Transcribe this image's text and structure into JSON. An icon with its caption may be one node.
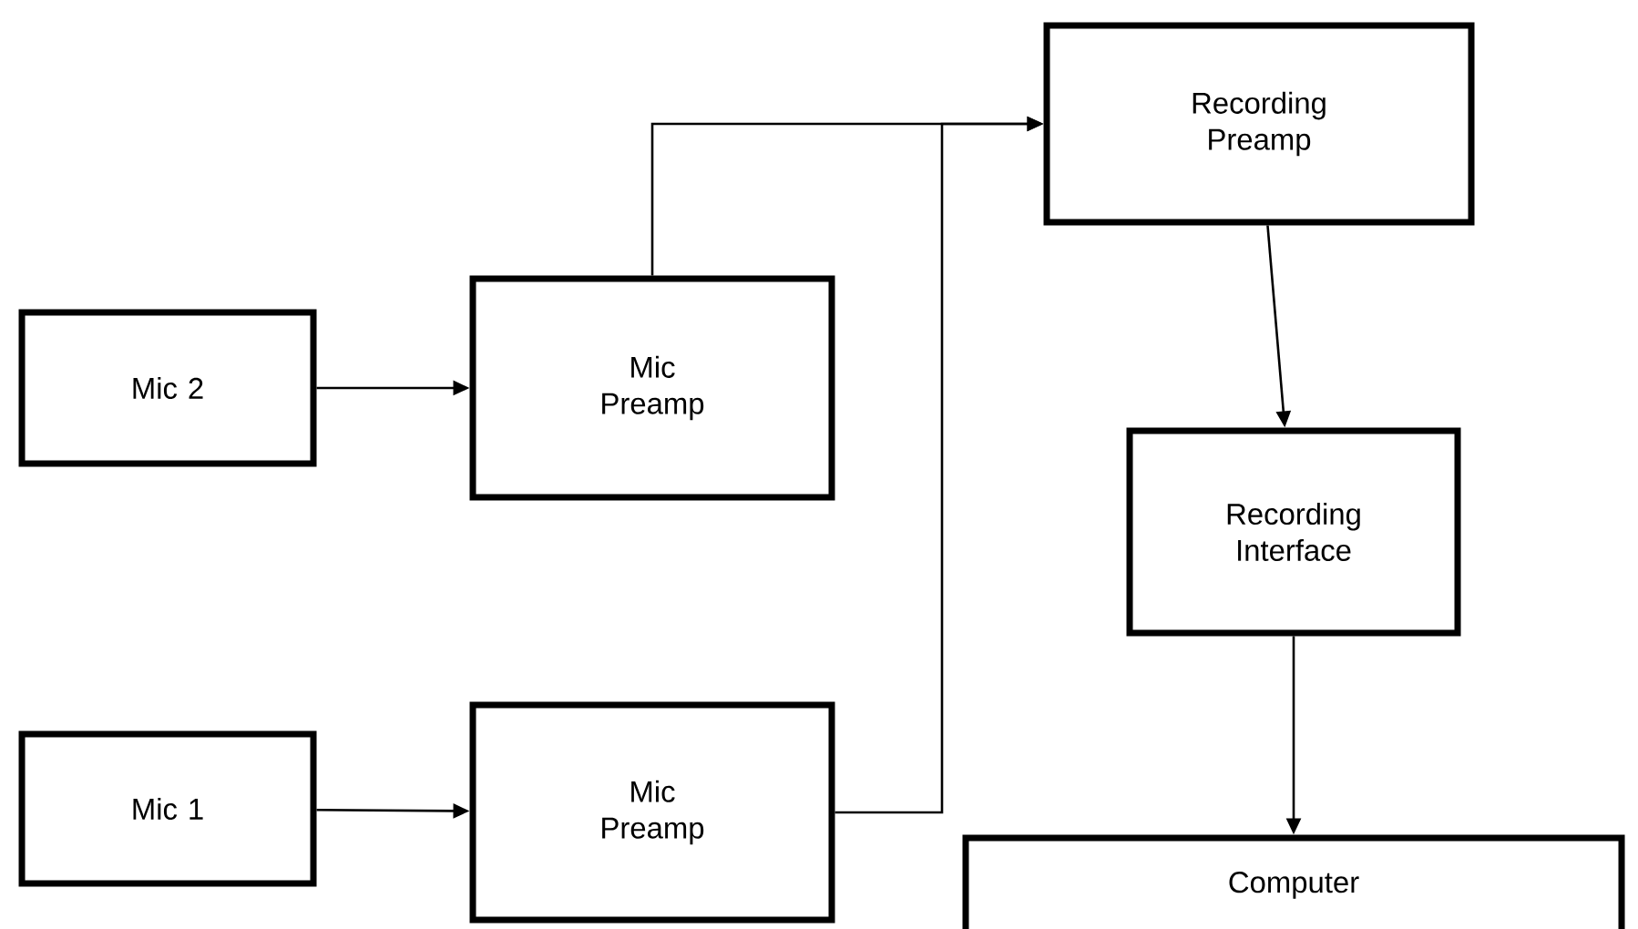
{
  "diagram": {
    "nodes": [
      {
        "text": [
          "Mic 2"
        ]
      },
      {
        "text": [
          "Mic Preamp"
        ]
      },
      {
        "text": [
          "Mic 1"
        ]
      },
      {
        "text": [
          "Mic Preamp"
        ]
      },
      {
        "text": [
          "Recording Preamp"
        ]
      },
      {
        "text": [
          "Recording Interface"
        ]
      },
      {
        "text": [
          "Computer"
        ]
      }
    ],
    "edges": [
      {
        "from": 0,
        "to": 1,
        "arrow": "to"
      },
      {
        "from": 2,
        "to": 3,
        "arrow": "to"
      },
      {
        "from": 1,
        "to": 4,
        "arrow": "to"
      },
      {
        "from": 3,
        "to": 4,
        "arrow": "to"
      },
      {
        "from": 4,
        "to": 5,
        "arrow": "to"
      },
      {
        "from": 5,
        "to": 6,
        "arrow": "to"
      }
    ]
  }
}
